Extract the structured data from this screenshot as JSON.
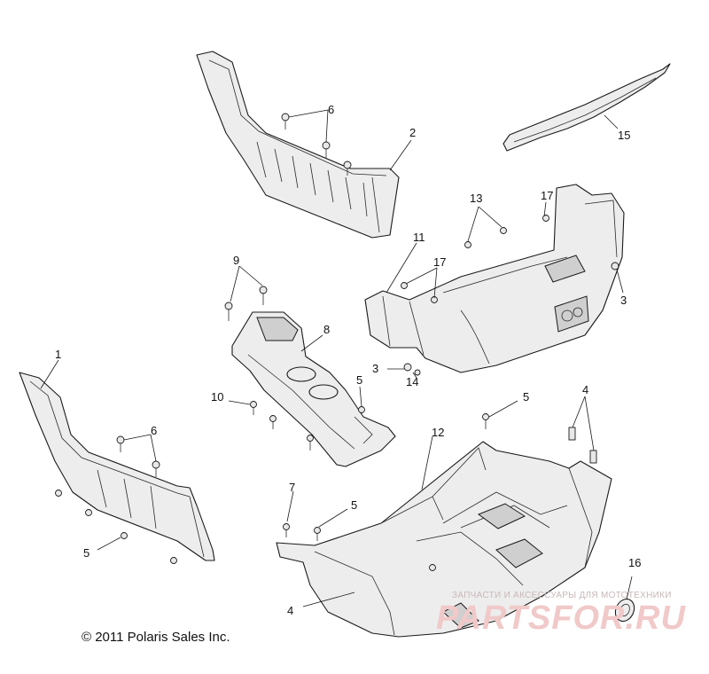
{
  "callouts": {
    "c1": "1",
    "c2": "2",
    "c3a": "3",
    "c3b": "3",
    "c4a": "4",
    "c4b": "4",
    "c5a": "5",
    "c5b": "5",
    "c5c": "5",
    "c5d": "5",
    "c6a": "6",
    "c6b": "6",
    "c7": "7",
    "c8": "8",
    "c9": "9",
    "c10": "10",
    "c11": "11",
    "c12": "12",
    "c13": "13",
    "c14": "14",
    "c15": "15",
    "c16": "16",
    "c17a": "17",
    "c17b": "17"
  },
  "copyright": "© 2011 Polaris Sales Inc.",
  "watermark": {
    "subtitle": "ЗАПЧАСТИ И АКСЕССУАРЫ ДЛЯ МОТОТЕХНИКИ",
    "brand": "PARTSFOR.RU"
  },
  "colors": {
    "line": "#1a1a1a",
    "part_fill": "#ededed",
    "watermark": "#f1c9c9"
  }
}
